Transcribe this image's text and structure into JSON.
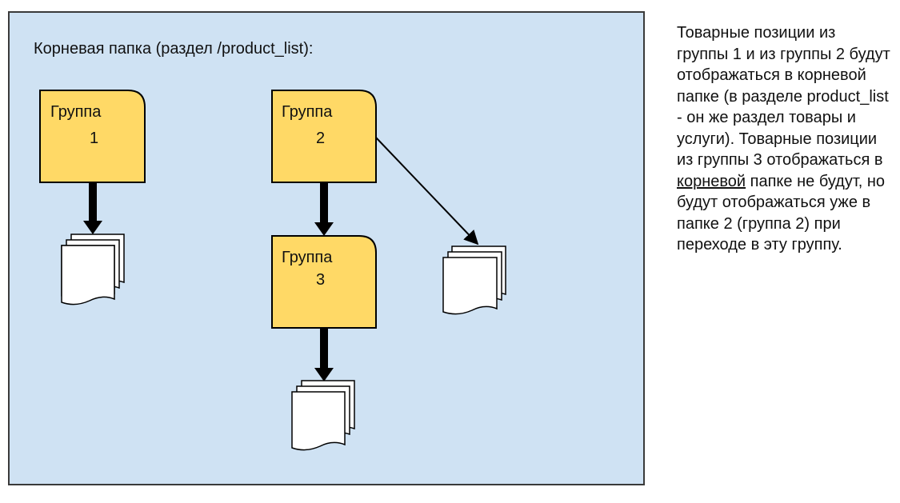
{
  "diagram": {
    "root_label": "Корневая папка (раздел /product_list):",
    "groups": [
      {
        "id": "group-1",
        "title": "Группа",
        "number": "1"
      },
      {
        "id": "group-2",
        "title": "Группа",
        "number": "2"
      },
      {
        "id": "group-3",
        "title": "Группа",
        "number": "3"
      }
    ],
    "colors": {
      "panel_bg": "#cfe2f3",
      "folder_fill": "#ffd966",
      "stroke": "#000000"
    }
  },
  "note": {
    "part1": "Товарные позиции из группы 1 и из группы 2 будут отображаться в корневой папке (в разделе product_list - он же раздел товары и услуги). Товарные позиции из группы 3 отображаться в ",
    "underlined": "корневой",
    "part2": " папке не будут, но будут отображаться уже в папке 2 (группа 2) при переходе в эту группу."
  }
}
